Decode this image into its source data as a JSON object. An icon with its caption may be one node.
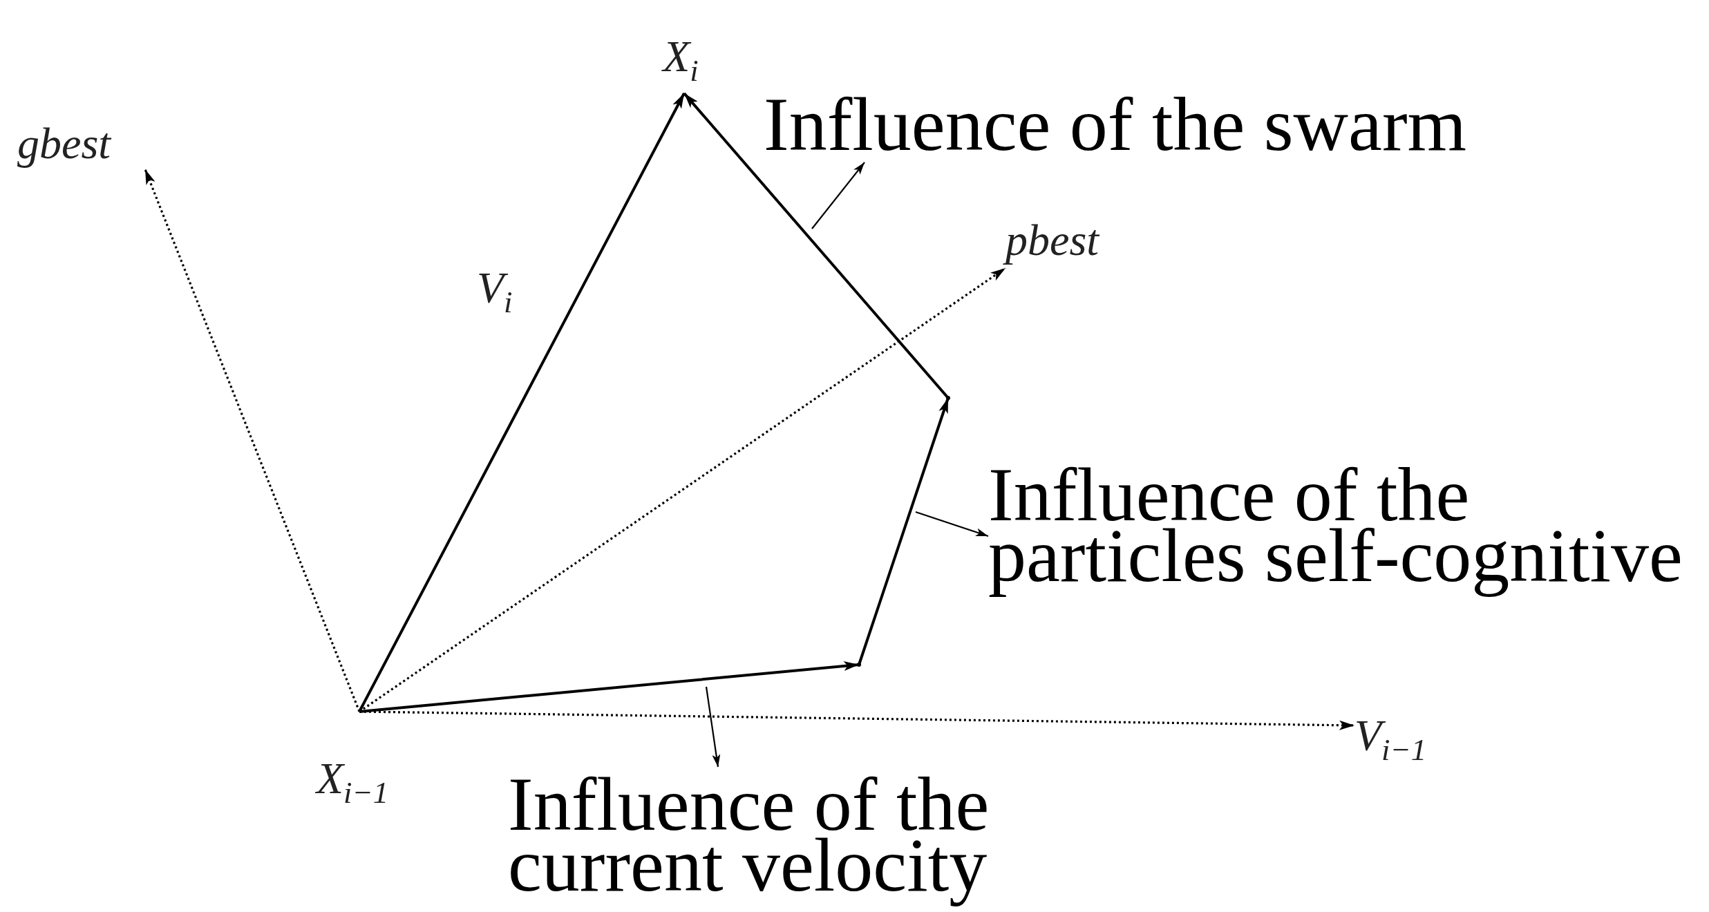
{
  "diagram": {
    "nodes": [
      {
        "text": [
          "X$_{i−1}$"
        ]
      },
      {
        "text": [
          "gbest"
        ]
      },
      {
        "text": [
          "X$_{i}$"
        ]
      },
      {
        "text": [
          "pbest"
        ]
      },
      {
        "text": [
          "V$_{i−1}$"
        ]
      },
      {
        "text": [],
        "shape": "point"
      },
      {
        "text": [],
        "shape": "point"
      },
      {
        "text": [
          "Influence of the swarm"
        ]
      },
      {
        "text": [
          "Influence of the particles self-cognitive"
        ]
      },
      {
        "text": [
          "Influence of the current velocity"
        ]
      }
    ],
    "edges": [
      {
        "from": 0,
        "to": 1,
        "arrow": "to",
        "style": "dashed"
      },
      {
        "from": 0,
        "to": 3,
        "arrow": "to",
        "style": "dashed"
      },
      {
        "from": 0,
        "to": 4,
        "arrow": "to",
        "style": "dashed"
      },
      {
        "from": 0,
        "to": 2,
        "arrow": "to",
        "label": "V$_{i}$"
      },
      {
        "from": 0,
        "to": 5,
        "arrow": "to"
      },
      {
        "from": 5,
        "to": 6,
        "arrow": "to"
      },
      {
        "from": 6,
        "to": 2,
        "arrow": "to"
      },
      {
        "from": null,
        "to": 7,
        "arrow": "to"
      },
      {
        "from": null,
        "to": 8,
        "arrow": "to"
      },
      {
        "from": null,
        "to": 9,
        "arrow": "to"
      }
    ]
  }
}
